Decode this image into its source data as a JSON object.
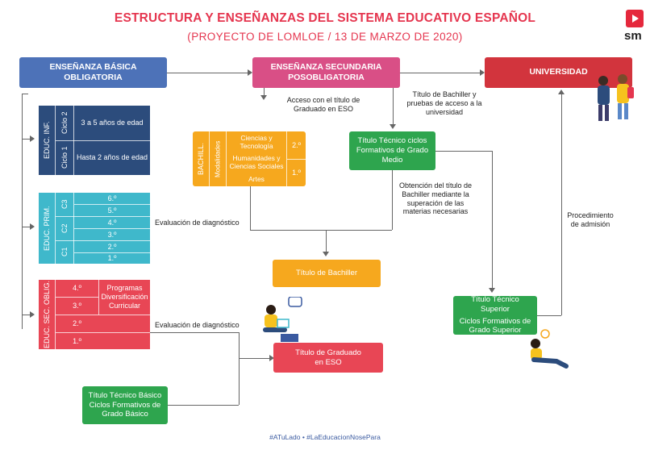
{
  "header": {
    "title": "ESTRUCTURA Y ENSEÑANZAS DEL SISTEMA EDUCATIVO ESPAÑOL",
    "subtitle": "(PROYECTO DE LOMLOE / 13 DE MARZO DE 2020)",
    "logo_text": "sm"
  },
  "top": {
    "basica": "ENSEÑANZA BÁSICA OBLIGATORIA",
    "secundaria": "ENSEÑANZA SECUNDARIA POSOBLIGATORIA",
    "universidad": "UNIVERSIDAD"
  },
  "infantil": {
    "label": "EDUC. INF.",
    "ciclo2": "Ciclo 2",
    "ciclo1": "Ciclo 1",
    "ciclo2_text": "3 a 5 años de edad",
    "ciclo1_text": "Hasta 2 años de edad"
  },
  "primaria": {
    "label": "EDUC. PRIM.",
    "cycles": [
      "C3",
      "C2",
      "C1"
    ],
    "courses": [
      "6.º",
      "5.º",
      "4.º",
      "3.º",
      "2.º",
      "1.º"
    ]
  },
  "secundaria_oblig": {
    "label": "EDUC. SEC. OBLIG.",
    "courses": [
      "4.º",
      "3.º",
      "2.º",
      "1.º"
    ],
    "programas": "Programas Diversificación Curricular"
  },
  "bachillerato": {
    "label": "BACHILL.",
    "modalidades": "Modalidades",
    "options": [
      "Ciencias y Tecnología",
      "Humanidades y Ciencias Sociales",
      "Artes"
    ],
    "courses": [
      "2.º",
      "1.º"
    ]
  },
  "boxes": {
    "tecnico_medio": "Título Técnico ciclos Formativos de Grado Medio",
    "titulo_bachiller": "Título de Bachiller",
    "titulo_graduado": "Título de Graduado en ESO",
    "tecnico_basico": "Título Técnico Básico Ciclos Formativos de Grado Básico",
    "tecnico_superior_line1": "Título Técnico Superior",
    "tecnico_superior_line2": "Ciclos Formativos de Grado Superior"
  },
  "notes": {
    "acceso_eso": "Acceso con el título de Graduado en ESO",
    "bachiller_pruebas": "Título de Bachiller y pruebas de acceso a la universidad",
    "obtencion": "Obtención del título de Bachiller mediante la superación de las materias necesarias",
    "procedimiento": "Procedimiento de admisión",
    "evaluacion1": "Evaluación de diagnóstico",
    "evaluacion2": "Evaluación de diagnóstico"
  },
  "footer": {
    "hashtags": "#ATuLado  •  #LaEducacionNosePara"
  },
  "colors": {
    "title_red": "#e5364f",
    "basica_blue": "#4d72b8",
    "secundaria_pink": "#d94f86",
    "universidad_red": "#d2343d",
    "infantil_navy": "#2c4c7c",
    "primaria_cyan": "#3fb8cb",
    "eso_crimson": "#e84655",
    "bachiller_orange": "#f6a81e",
    "fp_green": "#2ea54e"
  }
}
